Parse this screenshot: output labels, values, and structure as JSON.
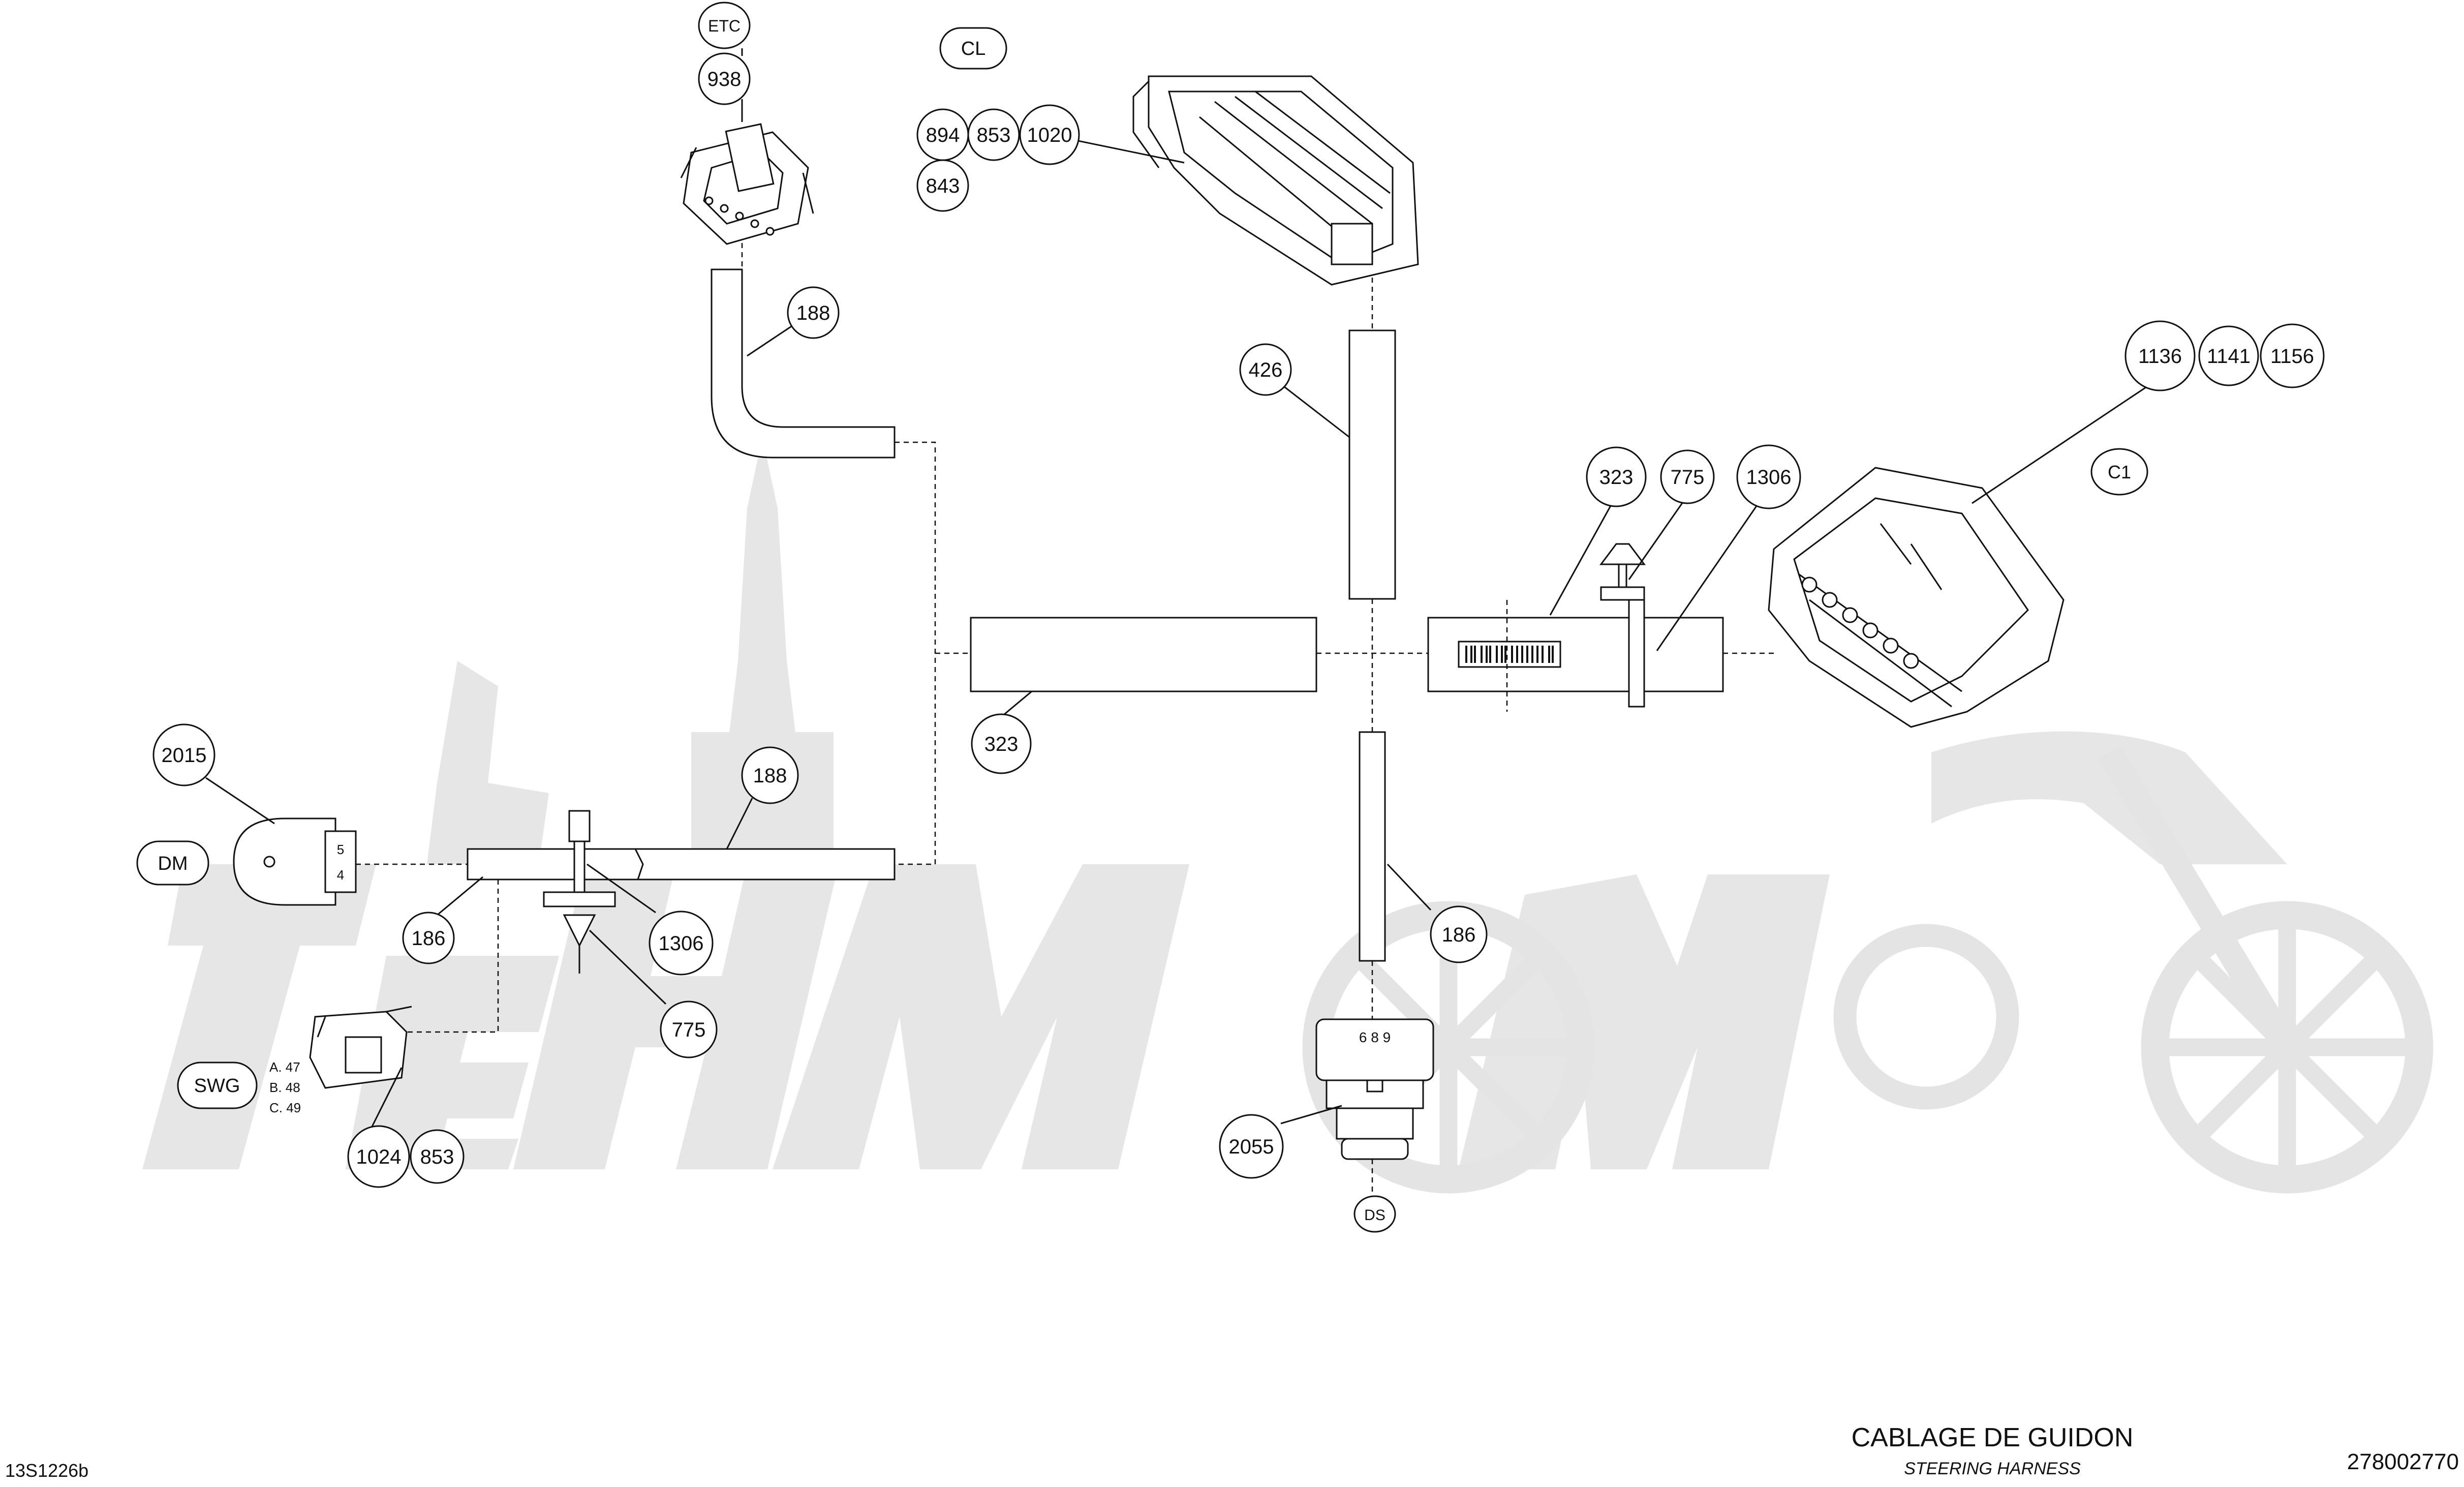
{
  "title": {
    "fr": "CABLAGE DE GUIDON",
    "en": "STEERING HARNESS"
  },
  "doc_code": "13S1226b",
  "part_number": "278002770",
  "watermark": "Tehnomoto",
  "connector_tags": [
    "ETC",
    "CL",
    "C1",
    "DM",
    "SWG",
    "DS"
  ],
  "callouts": {
    "etc_connector": "938",
    "etc_sleeve": "188",
    "cl_connector": [
      "894",
      "853",
      "1020",
      "843"
    ],
    "cl_sleeve": "426",
    "c1_connector": [
      "1136",
      "1141",
      "1156"
    ],
    "c1_tape": "323",
    "c1_tie": "775",
    "c1_clip": "1306",
    "center_tape": "323",
    "dm_connector": "2015",
    "left_sleeve": "188",
    "left_sleeve_short": "186",
    "left_clip": "1306",
    "left_tie": "775",
    "swg_connector": [
      "1024",
      "853"
    ],
    "ds_sleeve": "186",
    "ds_connector": "2055"
  },
  "pin_labels": {
    "dm": [
      "5",
      "4"
    ],
    "swg": [
      "A. 47",
      "B. 48",
      "C. 49"
    ],
    "ds": "6 8 9"
  }
}
